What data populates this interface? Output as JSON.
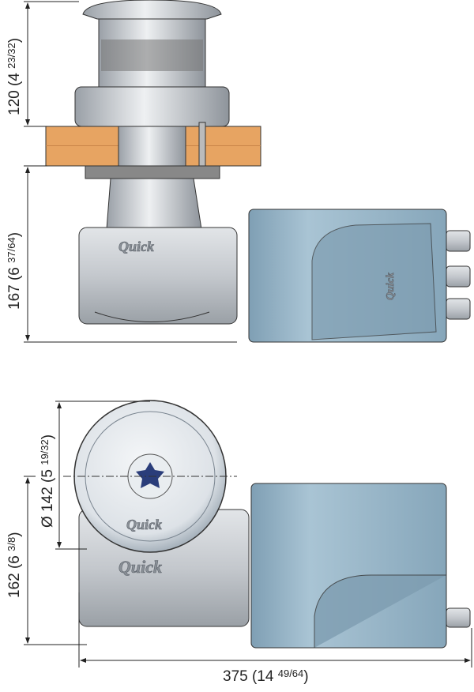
{
  "dimensions": {
    "height_top": {
      "main": "120 (4 ",
      "frac": "23/32",
      "close": ")"
    },
    "height_base": {
      "main": "167 (6 ",
      "frac": "37/64",
      "close": ")"
    },
    "diameter": {
      "main": "Ø 142 (5 ",
      "frac": "19/32",
      "close": ")"
    },
    "depth": {
      "main": "162 (6 ",
      "frac": "3/8",
      "close": ")"
    },
    "length": {
      "main": "375 (14 ",
      "frac": "49/64",
      "close": ")"
    }
  },
  "brand": {
    "logo_text": "Quick"
  },
  "colors": {
    "motor": "#8fb1c6",
    "metal": "#c9cdd2",
    "deck": "#e7a462",
    "line": "#333333"
  }
}
